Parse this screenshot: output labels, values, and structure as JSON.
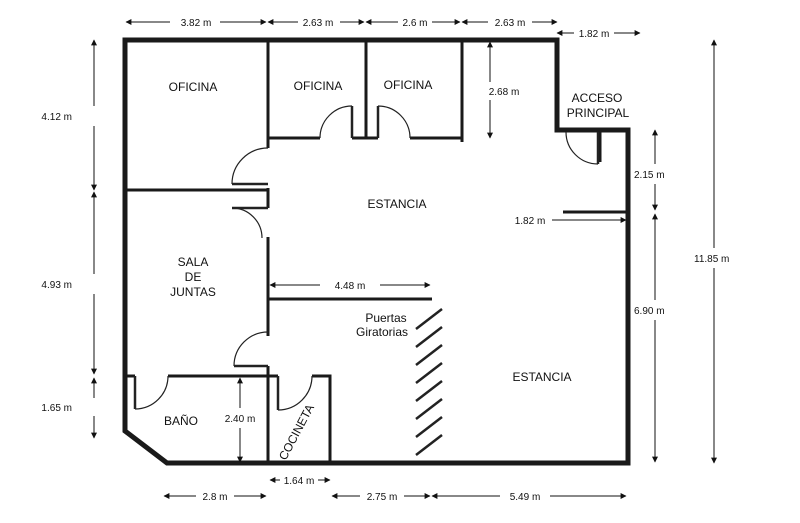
{
  "rooms": {
    "oficina_1": "OFICINA",
    "oficina_2": "OFICINA",
    "oficina_3": "OFICINA",
    "acceso_line1": "ACCESO",
    "acceso_line2": "PRINCIPAL",
    "estancia_upper": "ESTANCIA",
    "sala_line1": "SALA",
    "sala_line2": "DE",
    "sala_line3": "JUNTAS",
    "estancia_lower": "ESTANCIA",
    "puertas_line1": "Puertas",
    "puertas_line2": "Giratorias",
    "bano": "BAÑO",
    "cocineta": "COCINETA"
  },
  "dimensions": {
    "top_1": "3.82 m",
    "top_2": "2.63 m",
    "top_3": "2.6 m",
    "top_4": "2.63 m",
    "top_5": "1.82 m",
    "left_1": "4.12 m",
    "left_2": "4.93 m",
    "left_3": "1.65 m",
    "right_total": "11.85 m",
    "right_upper": "2.15 m",
    "right_lower": "6.90 m",
    "inner_oficina_depth": "2.68 m",
    "inner_acceso": "1.82 m",
    "inner_estancia": "4.48 m",
    "inner_bano": "2.40 m",
    "bottom_1": "2.8 m",
    "bottom_2": "1.64 m",
    "bottom_3": "2.75 m",
    "bottom_4": "5.49 m"
  }
}
